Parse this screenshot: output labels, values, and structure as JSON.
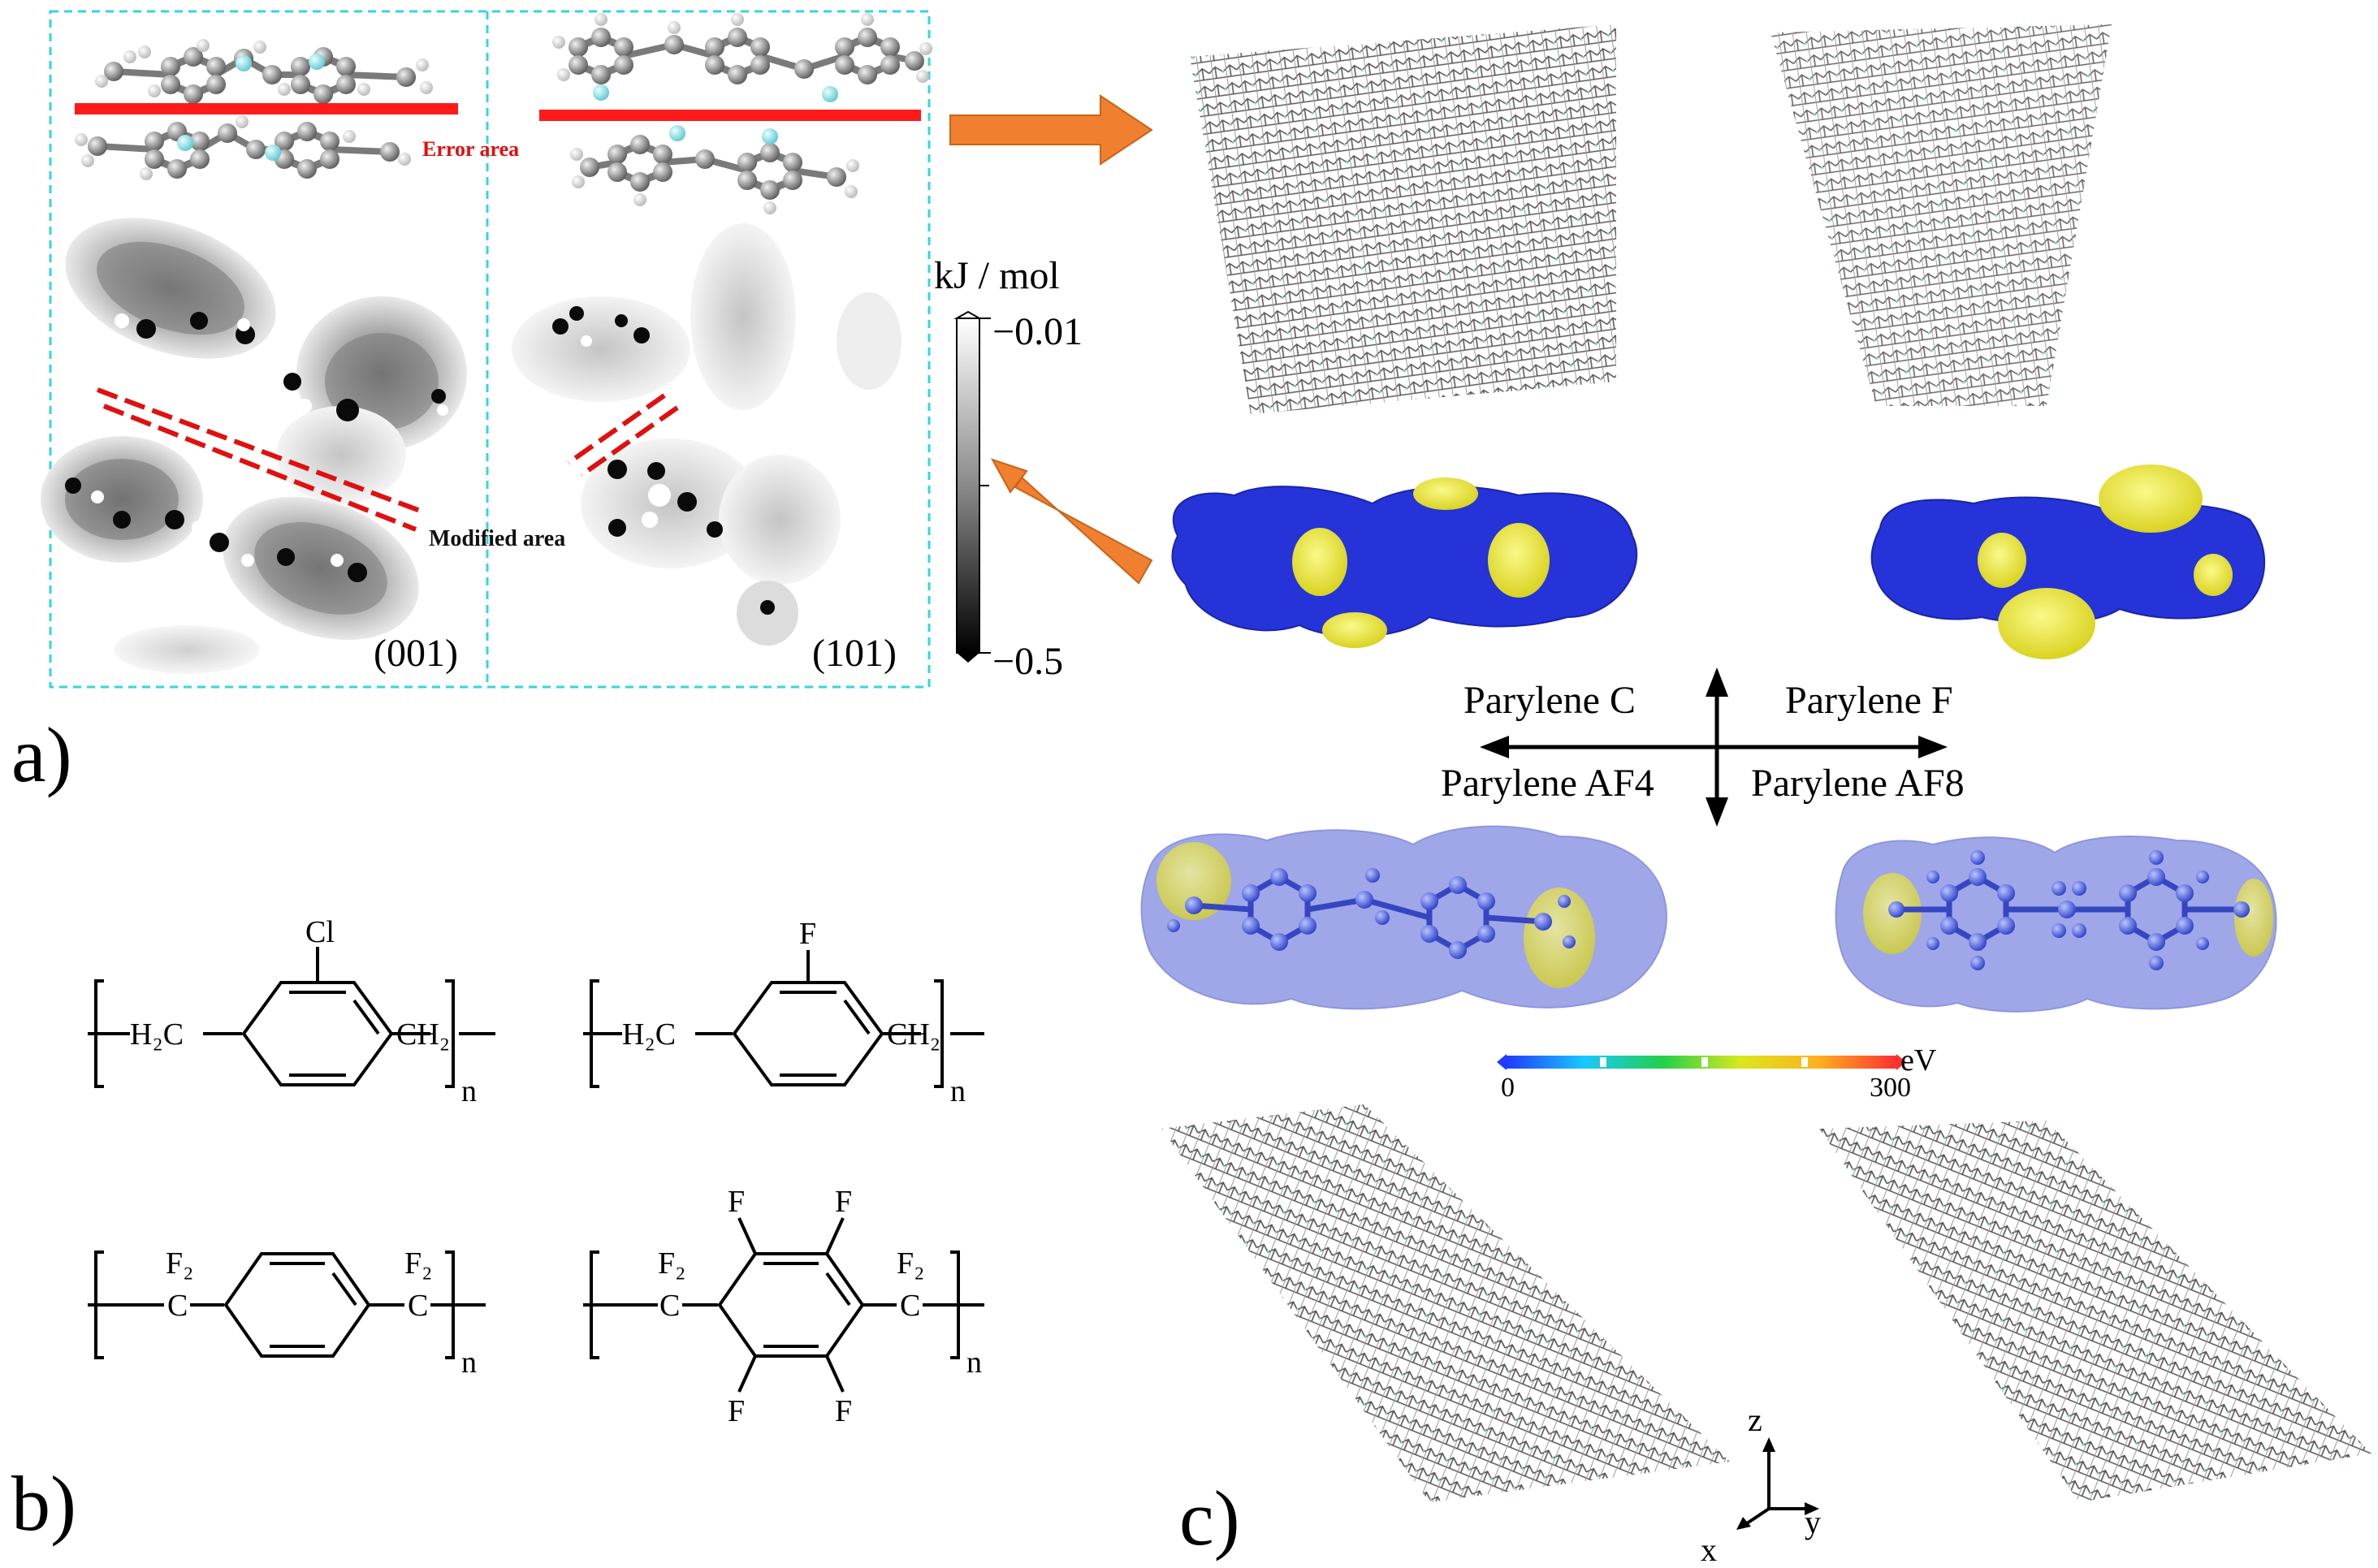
{
  "panel_a": {
    "label": "a)",
    "error_area": "Error area",
    "modified_area": "Modified area",
    "plane_001": "(001)",
    "plane_101": "(101)",
    "colorbar": {
      "unit": "kJ / mol",
      "max_label": "−0.01",
      "min_label": "−0.5",
      "max": -0.01,
      "min": -0.5
    }
  },
  "panel_b": {
    "label": "b)",
    "structures": {
      "parylene_c": {
        "substituent": "Cl",
        "left_group": "H₂C",
        "right_group": "CH₂",
        "repeat": "n"
      },
      "parylene_f": {
        "substituent": "F",
        "left_group": "H₂C",
        "right_group": "CH₂",
        "repeat": "n"
      },
      "parylene_af4": {
        "left_group": "F₂",
        "left_atom": "C",
        "right_group": "F₂",
        "right_atom": "C",
        "repeat": "n"
      },
      "parylene_af8": {
        "ring_substituent": "F",
        "left_group": "F₂",
        "left_atom": "C",
        "right_group": "F₂",
        "right_atom": "C",
        "repeat": "n"
      }
    }
  },
  "panel_c": {
    "label": "c)",
    "quadrants": {
      "top_left": "Parylene C",
      "top_right": "Parylene F",
      "bottom_left": "Parylene AF4",
      "bottom_right": "Parylene AF8"
    },
    "energy_bar": {
      "unit": "eV",
      "min_label": "0",
      "max_label": "300",
      "min": 0,
      "max": 300
    },
    "axes": {
      "z": "z",
      "x": "x",
      "y": "y"
    }
  },
  "colors": {
    "frame": "#33d6e0",
    "error_line": "#ff1a1a",
    "arrow": "#f07f30",
    "density_blue": "#2533d8",
    "density_yellow": "#f2ee3a"
  }
}
